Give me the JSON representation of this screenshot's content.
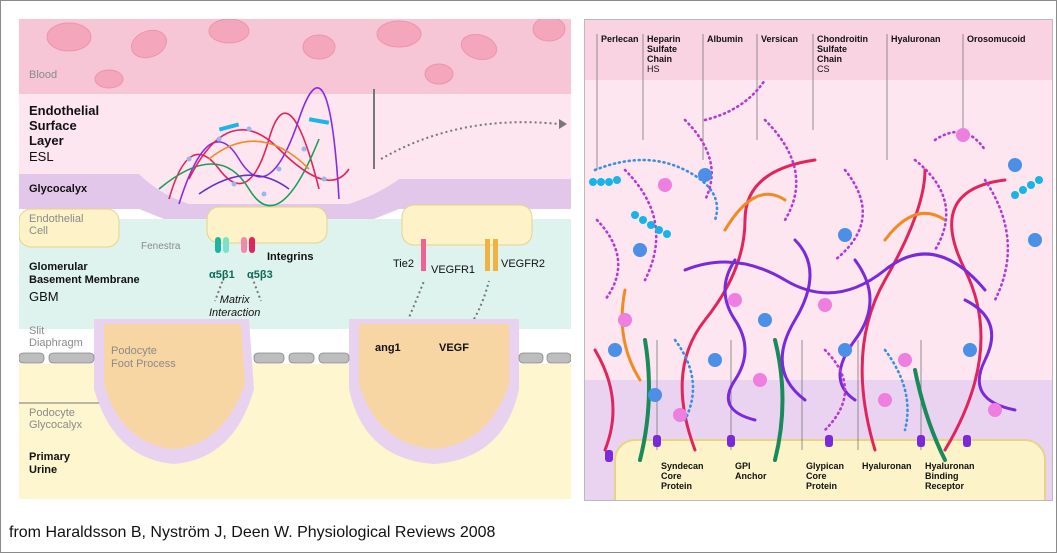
{
  "left": {
    "blood": "Blood",
    "esl_title": "Endothelial\nSurface\nLayer",
    "esl_abbr": "ESL",
    "glycocalyx": "Glycocalyx",
    "endo_cell": "Endothelial\nCell",
    "fenestra": "Fenestra",
    "integrins": "Integrins",
    "gbm_title": "Glomerular\nBasement Membrane",
    "gbm_abbr": "GBM",
    "a5b1": "α5β1",
    "a5b3": "α5β3",
    "matrix": "Matrix\nInteraction",
    "tie2": "Tie2",
    "vegfr1": "VEGFR1",
    "vegfr2": "VEGFR2",
    "slit": "Slit\nDiaphragm",
    "podocyte_foot": "Podocyte\nFoot Process",
    "ang1": "ang1",
    "vegf": "VEGF",
    "podocyte_glyco": "Podocyte\nGlycocalyx",
    "primary_urine": "Primary\nUrine"
  },
  "right": {
    "top_labels": [
      {
        "text": "Perlecan"
      },
      {
        "text": "Heparin\nSulfate\nChain",
        "sub": "HS"
      },
      {
        "text": "Albumin"
      },
      {
        "text": "Versican"
      },
      {
        "text": "Chondroitin\nSulfate\nChain",
        "sub": "CS"
      },
      {
        "text": "Hyaluronan"
      },
      {
        "text": "Orosomucoid"
      }
    ],
    "bottom_labels": [
      {
        "text": "Syndecan\nCore\nProtein"
      },
      {
        "text": "GPI\nAnchor"
      },
      {
        "text": "Glypican\nCore\nProtein"
      },
      {
        "text": "Hyaluronan"
      },
      {
        "text": "Hyaluronan\nBinding\nReceptor"
      }
    ]
  },
  "citation": "from Haraldsson B, Nyström J, Deen W. Physiological Reviews 2008"
}
